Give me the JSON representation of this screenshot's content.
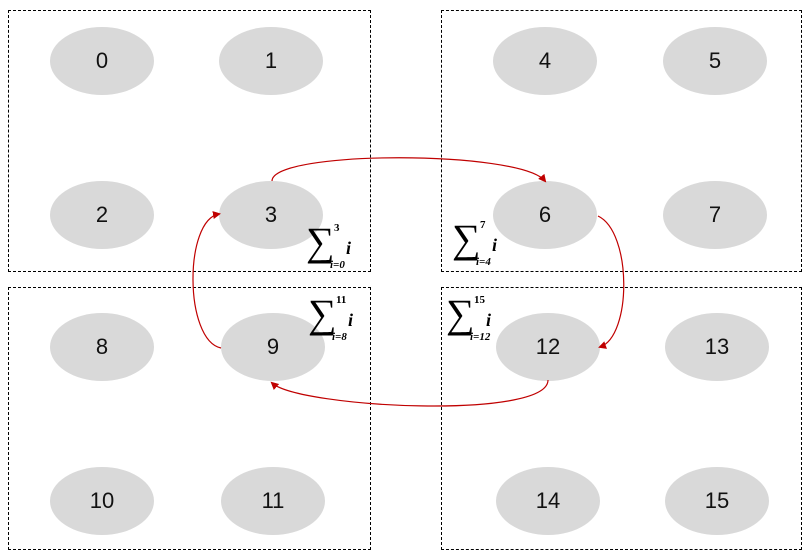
{
  "nodes": [
    {
      "label": "0"
    },
    {
      "label": "1"
    },
    {
      "label": "2"
    },
    {
      "label": "3"
    },
    {
      "label": "4"
    },
    {
      "label": "5"
    },
    {
      "label": "6"
    },
    {
      "label": "7"
    },
    {
      "label": "8"
    },
    {
      "label": "9"
    },
    {
      "label": "10"
    },
    {
      "label": "11"
    },
    {
      "label": "12"
    },
    {
      "label": "13"
    },
    {
      "label": "14"
    },
    {
      "label": "15"
    }
  ],
  "sums": [
    {
      "symbol": "∑",
      "upper": "3",
      "lower": "i=0",
      "body": "i"
    },
    {
      "symbol": "∑",
      "upper": "7",
      "lower": "i=4",
      "body": "i"
    },
    {
      "symbol": "∑",
      "upper": "11",
      "lower": "i=8",
      "body": "i"
    },
    {
      "symbol": "∑",
      "upper": "15",
      "lower": "i=12",
      "body": "i"
    }
  ],
  "colors": {
    "arrow": "#c00000",
    "node_fill": "#d9d9d9",
    "box_border": "#000000"
  },
  "edges": [
    {
      "from": "3",
      "to": "6"
    },
    {
      "from": "6",
      "to": "12"
    },
    {
      "from": "12",
      "to": "9"
    },
    {
      "from": "9",
      "to": "3"
    }
  ]
}
